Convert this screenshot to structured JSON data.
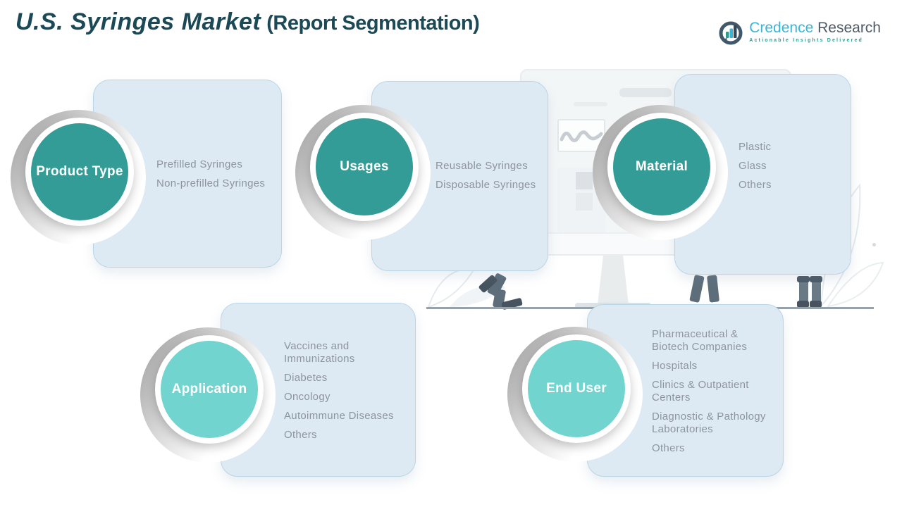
{
  "title": {
    "main": "U.S. Syringes Market",
    "sub": "(Report Segmentation)"
  },
  "logo": {
    "brand_primary": "Credence",
    "brand_secondary": "Research",
    "tagline": "Actionable Insights Delivered"
  },
  "colors": {
    "accent-dark": "#339c96",
    "accent-light": "#72d4cf",
    "card-bg": "#ddeaf4",
    "card-border": "#b9d6e6",
    "title-color": "#1c4956",
    "item-text": "#8d949d",
    "logo-blue": "#38b6d8",
    "logo-dark": "#4e5a66",
    "logo-teal": "#2a9d8f"
  },
  "segments": [
    {
      "id": "product-type",
      "label": "Product Type",
      "tone": "dark",
      "items": [
        "Prefilled Syringes",
        "Non-prefilled Syringes"
      ]
    },
    {
      "id": "usages",
      "label": "Usages",
      "tone": "dark",
      "items": [
        "Reusable Syringes",
        "Disposable Syringes"
      ]
    },
    {
      "id": "material",
      "label": "Material",
      "tone": "dark",
      "items": [
        "Plastic",
        "Glass",
        "Others"
      ]
    },
    {
      "id": "application",
      "label": "Application",
      "tone": "light",
      "items": [
        "Vaccines and Immunizations",
        "Diabetes",
        "Oncology",
        "Autoimmune Diseases",
        "Others"
      ]
    },
    {
      "id": "end-user",
      "label": "End User",
      "tone": "light",
      "items": [
        "Pharmaceutical & Biotech Companies",
        "Hospitals",
        "Clinics & Outpatient Centers",
        "Diagnostic & Pathology Laboratories",
        "Others"
      ]
    }
  ]
}
